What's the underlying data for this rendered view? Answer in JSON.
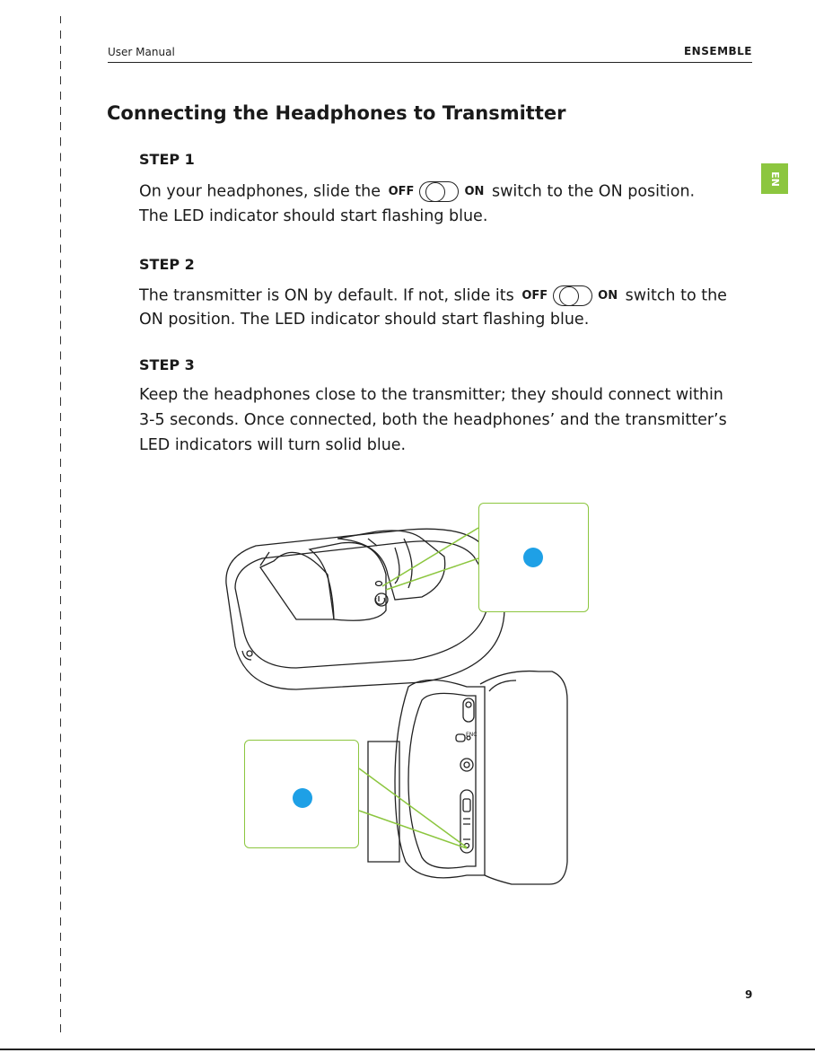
{
  "header": {
    "left": "User Manual",
    "right": "ENSEMBLE"
  },
  "lang_tab": "EN",
  "title": "Connecting the Headphones to Transmitter",
  "switch": {
    "off": "OFF",
    "on": "ON"
  },
  "step1": {
    "heading": "STEP 1",
    "line1_before": "On your headphones, slide the",
    "line1_after": "switch to the ON position.",
    "line2": "The LED indicator should start flashing blue."
  },
  "step2": {
    "heading": "STEP 2",
    "line1_before": "The transmitter is ON by default. If not, slide its",
    "line1_after": "switch to the",
    "line2": "ON position. The LED indicator should start flashing blue."
  },
  "step3": {
    "heading": "STEP 3",
    "line1": "Keep the headphones close to the transmitter; they should connect within",
    "line2": "3-5 seconds. Once connected, both the headphones’ and the transmitter’s",
    "line3": "LED indicators will turn solid blue."
  },
  "colors": {
    "accent_green": "#8cc63f",
    "led_blue": "#1ea0e6"
  },
  "page_number": "9"
}
